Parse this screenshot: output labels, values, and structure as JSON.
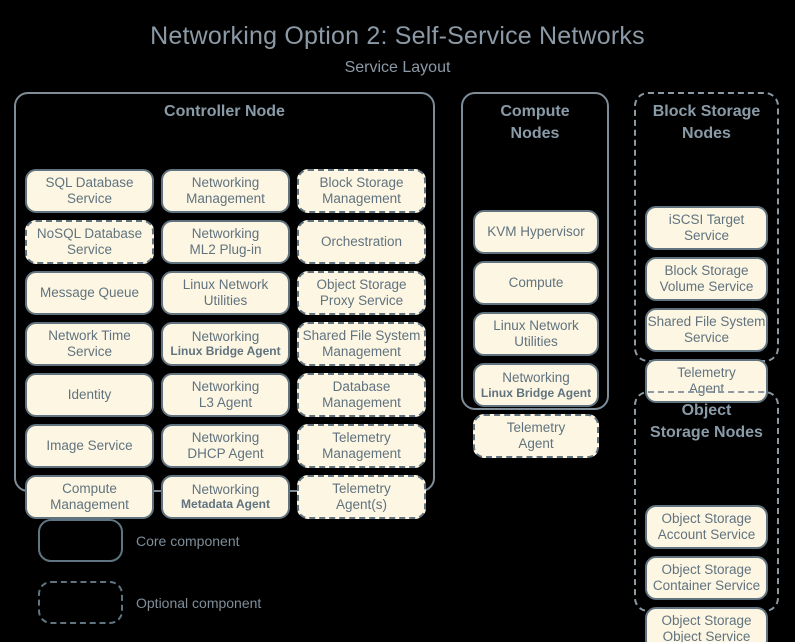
{
  "title": "Networking Option 2: Self-Service Networks",
  "subtitle": "Service Layout",
  "colors": {
    "background": "#000000",
    "chip_fill": "#fdf6e3",
    "chip_border": "#60737f",
    "chip_text": "#60737f",
    "node_border": "#7e8c97",
    "node_title": "#8a9ba8",
    "title_text": "#8b9aa6"
  },
  "nodes": {
    "controller": {
      "title": "Controller Node",
      "style": "solid",
      "columns": [
        {
          "services": [
            {
              "line1": "SQL Database",
              "line2": "Service",
              "style": "solid"
            },
            {
              "line1": "NoSQL Database",
              "line2": "Service",
              "style": "dashed"
            },
            {
              "line1": "Message Queue",
              "line2": "",
              "style": "solid"
            },
            {
              "line1": "Network Time",
              "line2": "Service",
              "style": "solid"
            },
            {
              "line1": "Identity",
              "line2": "",
              "style": "solid"
            },
            {
              "line1": "Image Service",
              "line2": "",
              "style": "solid"
            },
            {
              "line1": "Compute",
              "line2": "Management",
              "style": "solid"
            }
          ]
        },
        {
          "services": [
            {
              "line1": "Networking",
              "line2": "Management",
              "style": "solid"
            },
            {
              "line1": "Networking",
              "line2": "ML2 Plug-in",
              "style": "solid"
            },
            {
              "line1": "Linux Network",
              "line2": "Utilities",
              "style": "solid"
            },
            {
              "line1": "Networking",
              "line2": "Linux Bridge Agent",
              "style": "solid",
              "small2": true
            },
            {
              "line1": "Networking",
              "line2": "L3 Agent",
              "style": "solid"
            },
            {
              "line1": "Networking",
              "line2": "DHCP Agent",
              "style": "solid"
            },
            {
              "line1": "Networking",
              "line2": "Metadata Agent",
              "style": "solid",
              "small2": true
            }
          ]
        },
        {
          "services": [
            {
              "line1": "Block Storage",
              "line2": "Management",
              "style": "dashed"
            },
            {
              "line1": "Orchestration",
              "line2": "",
              "style": "dashed"
            },
            {
              "line1": "Object Storage",
              "line2": "Proxy Service",
              "style": "dashed"
            },
            {
              "line1": "Shared File System",
              "line2": "Management",
              "style": "dashed"
            },
            {
              "line1": "Database",
              "line2": "Management",
              "style": "dashed"
            },
            {
              "line1": "Telemetry",
              "line2": "Management",
              "style": "dashed"
            },
            {
              "line1": "Telemetry",
              "line2": "Agent(s)",
              "style": "dashed"
            }
          ]
        }
      ]
    },
    "compute": {
      "title_line1": "Compute",
      "title_line2": "Nodes",
      "style": "solid",
      "services": [
        {
          "line1": "KVM Hypervisor",
          "line2": "",
          "style": "solid"
        },
        {
          "line1": "Compute",
          "line2": "",
          "style": "solid"
        },
        {
          "line1": "Linux Network",
          "line2": "Utilities",
          "style": "solid"
        },
        {
          "line1": "Networking",
          "line2": "Linux Bridge Agent",
          "style": "solid",
          "small2": true
        },
        {
          "line1": "Telemetry",
          "line2": "Agent",
          "style": "dashed"
        }
      ]
    },
    "block_storage": {
      "title_line1": "Block Storage",
      "title_line2": "Nodes",
      "style": "dashed",
      "services": [
        {
          "line1": "iSCSI Target",
          "line2": "Service",
          "style": "solid"
        },
        {
          "line1": "Block Storage",
          "line2": "Volume Service",
          "style": "solid"
        },
        {
          "line1": "Shared File System",
          "line2": "Service",
          "style": "solid"
        },
        {
          "line1": "Telemetry",
          "line2": "Agent",
          "style": "solid"
        }
      ]
    },
    "object_storage": {
      "title_line1": "Object",
      "title_line2": "Storage Nodes",
      "style": "dashed",
      "services": [
        {
          "line1": "Object Storage",
          "line2": "Account Service",
          "style": "solid"
        },
        {
          "line1": "Object Storage",
          "line2": "Container Service",
          "style": "solid"
        },
        {
          "line1": "Object Storage",
          "line2": "Object Service",
          "style": "solid"
        }
      ]
    }
  },
  "legend": [
    {
      "label": "Core component",
      "style": "solid"
    },
    {
      "label": "Optional component",
      "style": "dashed"
    }
  ]
}
